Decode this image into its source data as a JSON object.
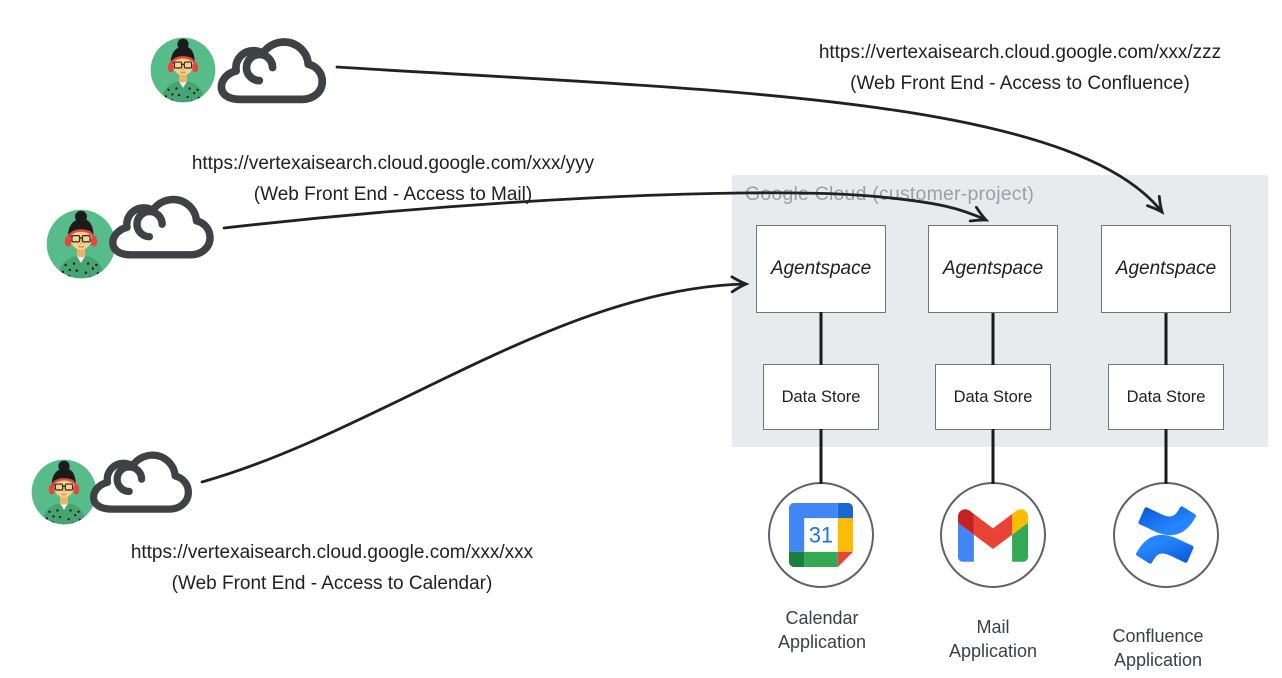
{
  "container": {
    "label": "Google Cloud (customer-project)"
  },
  "users": [
    {
      "url": "https://vertexaisearch.cloud.google.com/xxx/zzz",
      "caption": "(Web Front End - Access to Confluence)"
    },
    {
      "url": "https://vertexaisearch.cloud.google.com/xxx/yyy",
      "caption": "(Web Front End - Access to Mail)"
    },
    {
      "url": "https://vertexaisearch.cloud.google.com/xxx/xxx",
      "caption": "(Web Front End - Access to Calendar)"
    }
  ],
  "columns": [
    {
      "agent": "Agentspace",
      "datastore": "Data Store",
      "app_line1": "Calendar",
      "app_line2": "Application",
      "icon": "google-calendar-icon"
    },
    {
      "agent": "Agentspace",
      "datastore": "Data Store",
      "app_line1": "Mail",
      "app_line2": "Application",
      "icon": "gmail-icon"
    },
    {
      "agent": "Agentspace",
      "datastore": "Data Store",
      "app_line1": "Confluence",
      "app_line2": "Application",
      "icon": "confluence-icon"
    }
  ],
  "calendar_day": "31",
  "icons": {
    "user": "person-avatar-icon",
    "cloud": "cloud-icon",
    "calendar": "google-calendar-icon",
    "mail": "gmail-icon",
    "confluence": "confluence-icon"
  },
  "colors": {
    "google_cloud_bg": "#e8eaed",
    "container_label": "#9aa0a6",
    "box_border": "#70757a",
    "text": "#202124",
    "arrow": "#212121",
    "avatar_green": "#57bb8a",
    "headphones_red": "#e8453c",
    "google_blue": "#4285f4",
    "google_red": "#ea4335",
    "google_yellow": "#fbbc04",
    "google_green": "#34a853",
    "google_dark_green": "#188038",
    "google_dark_blue": "#1967d2",
    "calendar_day_blue": "#1a73e8",
    "gmail_dark_red": "#c5221f",
    "confluence_blue_light": "#2684ff",
    "confluence_blue_dark": "#0052cc"
  }
}
